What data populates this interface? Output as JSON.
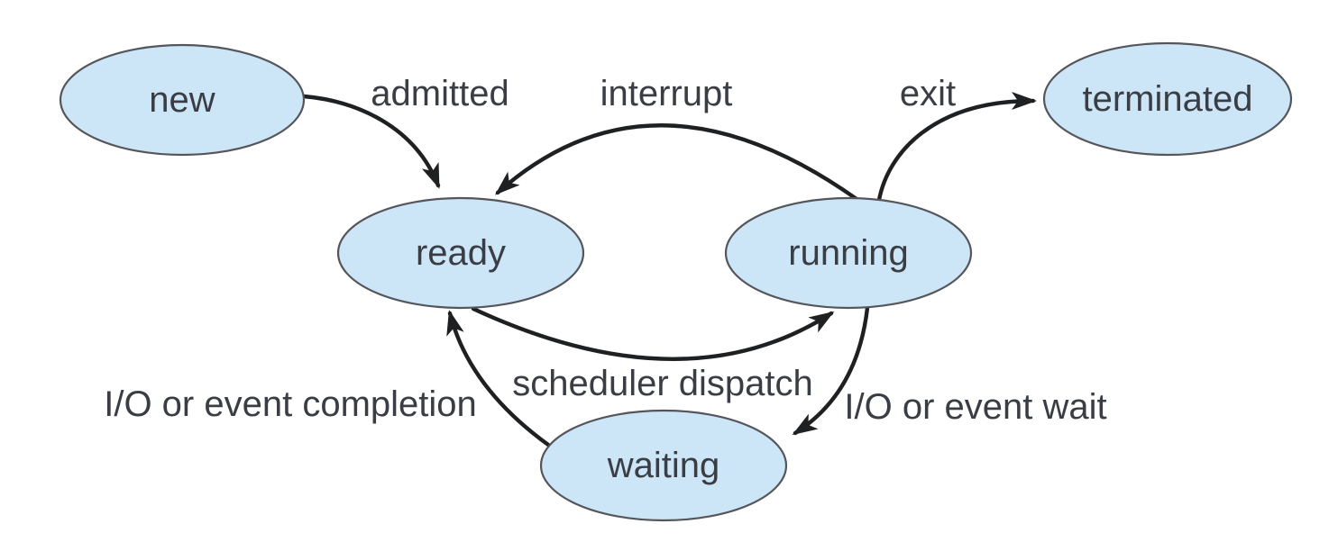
{
  "diagram": {
    "type": "state-diagram",
    "states": [
      {
        "id": "new",
        "label": "new"
      },
      {
        "id": "ready",
        "label": "ready"
      },
      {
        "id": "running",
        "label": "running"
      },
      {
        "id": "waiting",
        "label": "waiting"
      },
      {
        "id": "terminated",
        "label": "terminated"
      }
    ],
    "transitions": [
      {
        "id": "admitted",
        "label": "admitted",
        "from": "new",
        "to": "ready"
      },
      {
        "id": "interrupt",
        "label": "interrupt",
        "from": "running",
        "to": "ready"
      },
      {
        "id": "exit",
        "label": "exit",
        "from": "running",
        "to": "terminated"
      },
      {
        "id": "scheduler-dispatch",
        "label": "scheduler dispatch",
        "from": "ready",
        "to": "running"
      },
      {
        "id": "io-event-wait",
        "label": "I/O or event wait",
        "from": "running",
        "to": "waiting"
      },
      {
        "id": "io-event-completion",
        "label": "I/O or event completion",
        "from": "waiting",
        "to": "ready"
      }
    ],
    "colors": {
      "background": "#ffffff",
      "node_fill": "#cde6f7",
      "node_stroke": "#54565b",
      "arrow": "#1f2022",
      "text": "#3a3d44"
    }
  }
}
